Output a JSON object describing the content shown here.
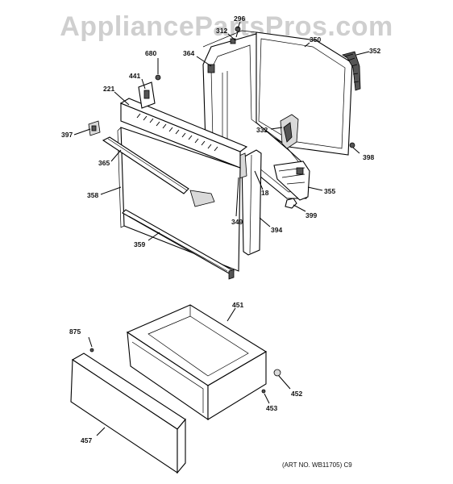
{
  "watermark": "AppliancePartsPros.com",
  "art_number": "(ART NO. WB11705) C9",
  "callouts": {
    "c296": "296",
    "c312": "312",
    "c350": "350",
    "c352": "352",
    "c680": "680",
    "c364": "364",
    "c441": "441",
    "c221": "221",
    "c332": "332",
    "c397": "397",
    "c398": "398",
    "c365": "365",
    "c18": "18",
    "c355": "355",
    "c358": "358",
    "c349": "349",
    "c399": "399",
    "c394": "394",
    "c359": "359",
    "c451": "451",
    "c875": "875",
    "c452": "452",
    "c453": "453",
    "c457": "457"
  }
}
